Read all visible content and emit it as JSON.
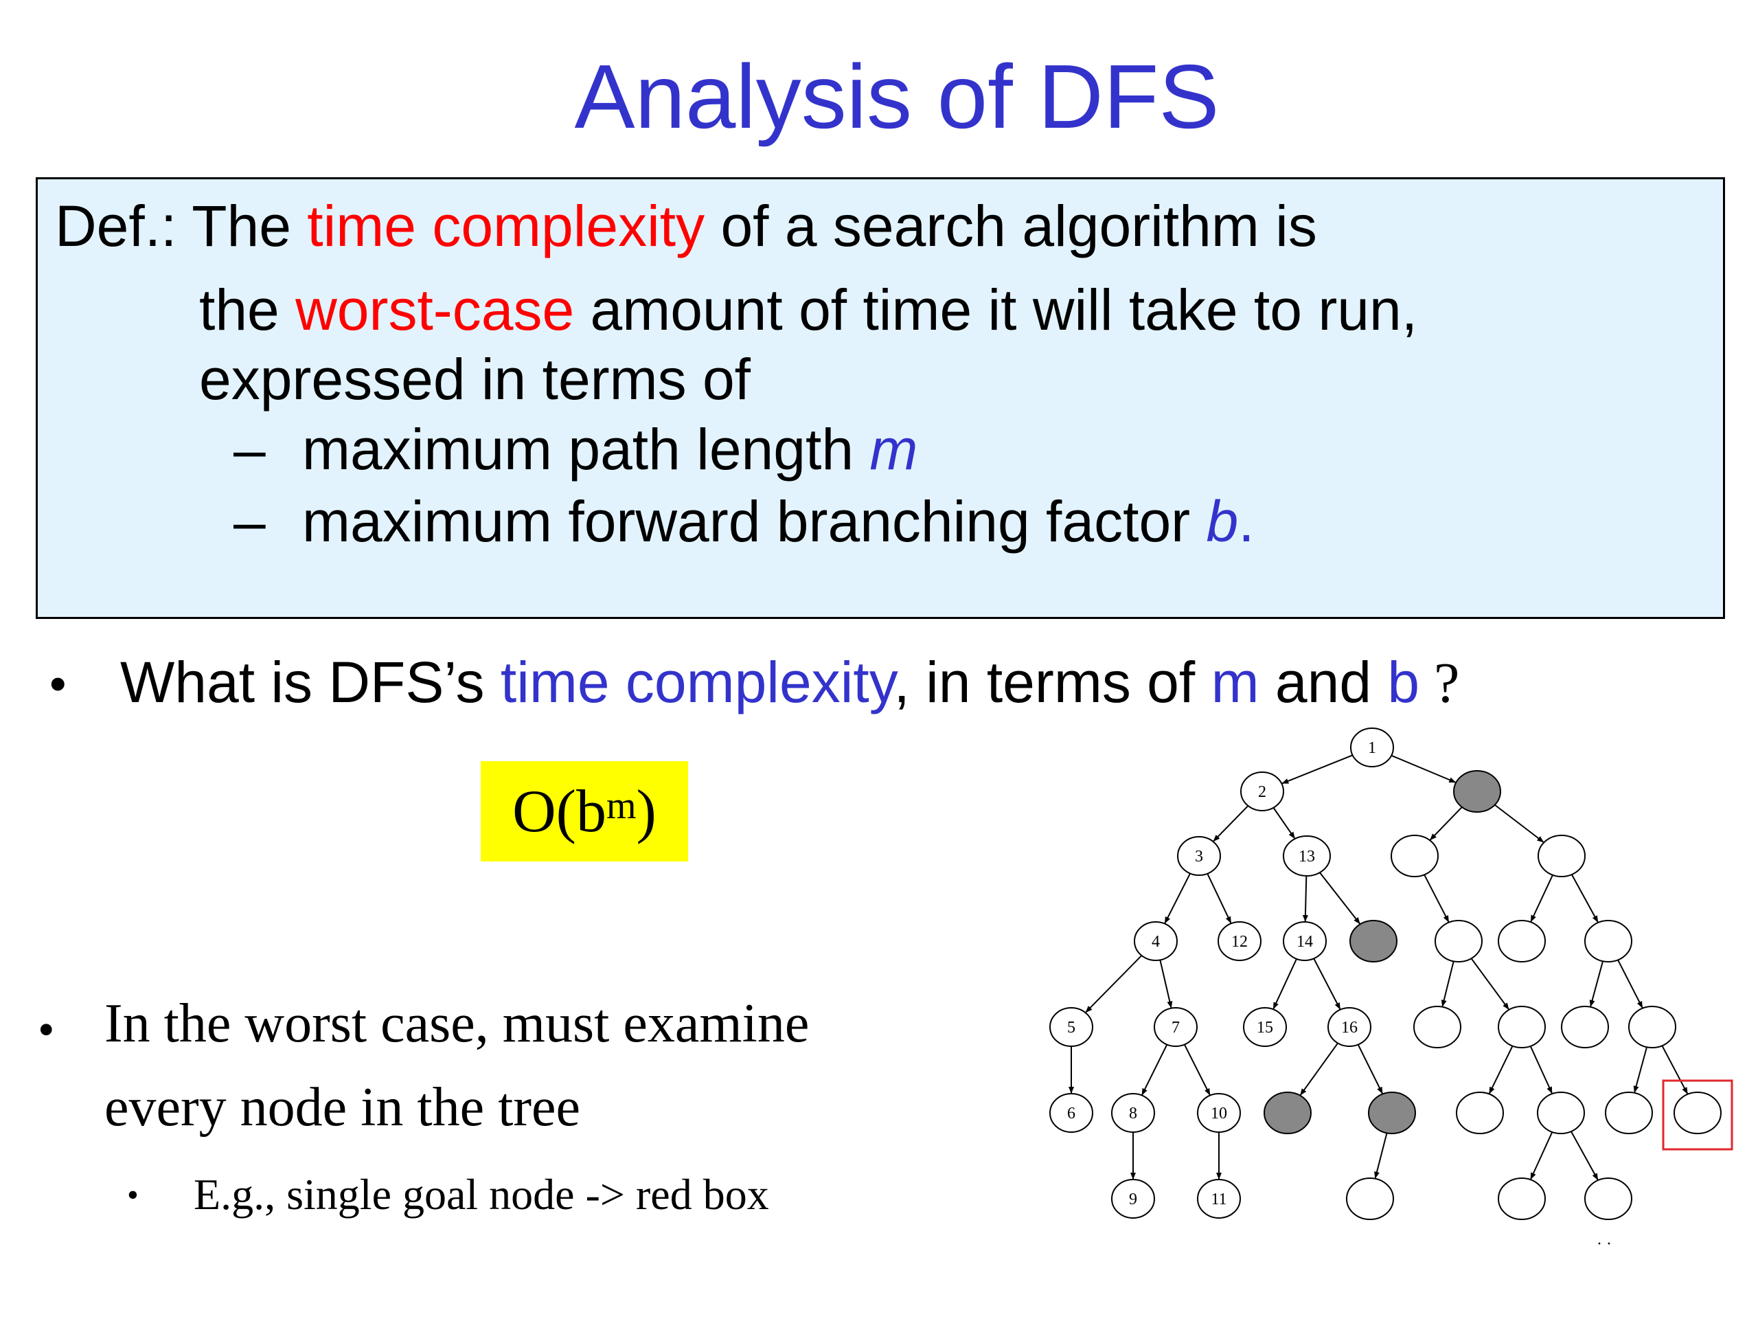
{
  "title": "Analysis of DFS",
  "definition": {
    "line1": {
      "lead": "Def.:  The ",
      "em": "time complexity",
      "rest": "  of a search algorithm is"
    },
    "line2": {
      "lead": "the ",
      "em": "worst-case",
      "rest": " amount of time it will take to run,"
    },
    "line3": "expressed in terms of",
    "items": [
      {
        "dash": "–",
        "text": "maximum path length ",
        "var": "m",
        "tail": ""
      },
      {
        "dash": "–",
        "text": "maximum forward branching factor ",
        "var": "b",
        "tail": "."
      }
    ]
  },
  "question": {
    "bullet": "•",
    "p1": "What is DFS’s ",
    "p2": "time complexity",
    "p3": ", in terms of ",
    "p4": "m",
    "p5": " and ",
    "p6": "b",
    "p7": " ?"
  },
  "answer": {
    "base": "O(b",
    "exp": "m",
    "close": ")"
  },
  "worst_case": {
    "bullet": "•",
    "line1": "In the worst case, must examine",
    "line2": "every node in the tree",
    "sub_bullet": "•",
    "sub": "E.g., single goal node ->  red box"
  },
  "tree": {
    "labels": [
      "1",
      "2",
      "3",
      "4",
      "5",
      "6",
      "7",
      "8",
      "9",
      "10",
      "11",
      "12",
      "13",
      "14",
      "15",
      "16"
    ],
    "ellipsis": "· ·",
    "colors": {
      "explored": "#ffffff",
      "unexplored": "#888888",
      "goal_box": "#e0282c",
      "edge": "#000000"
    }
  }
}
